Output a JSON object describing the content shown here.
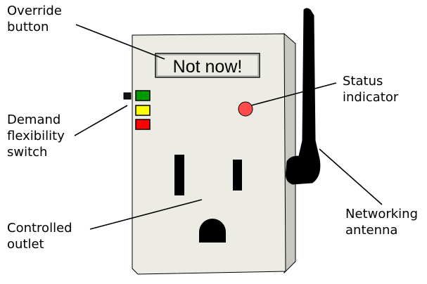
{
  "device": {
    "override_button_text": "Not now!"
  },
  "callouts": {
    "override_button": [
      "Override",
      "button"
    ],
    "demand_switch": [
      "Demand",
      "flexibility",
      "switch"
    ],
    "controlled_outlet": [
      "Controlled",
      "outlet"
    ],
    "status_indicator": [
      "Status",
      "indicator"
    ],
    "networking_antenna": [
      "Networking",
      "antenna"
    ]
  },
  "colors": {
    "device_body": "#ecebe4",
    "device_side": "#c8c7c0",
    "led_green": "#009a00",
    "led_yellow": "#ffff00",
    "led_red": "#ff0000",
    "status_indicator": "#ff4b4b",
    "antenna": "#000000",
    "outlet_holes": "#000000"
  }
}
